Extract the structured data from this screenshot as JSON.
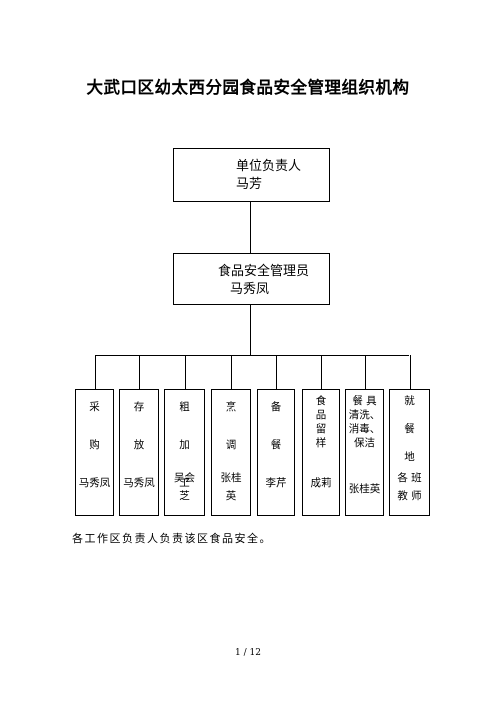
{
  "title": "大武口区幼太西分园食品安全管理组织机构",
  "head": {
    "role": "单位负责人",
    "name": "马芳"
  },
  "manager": {
    "role": "食品安全管理员",
    "name": "马秀凤"
  },
  "departments": [
    {
      "name": "采\n\n购",
      "person": "马秀凤"
    },
    {
      "name": "存\n\n放",
      "person": "马秀凤"
    },
    {
      "name": "粗\n\n加\n\n工",
      "person": "吴会\n\n芝"
    },
    {
      "name": "烹\n\n调",
      "person": "张桂\n\n英"
    },
    {
      "name": "备\n\n餐",
      "person": "李芹"
    },
    {
      "name": "食\n品\n留\n样",
      "person": "成莉"
    },
    {
      "name": "餐 具\n清洗、\n消毒、\n保洁",
      "person": "张桂英"
    },
    {
      "name": "就\n\n餐\n\n地",
      "person": "各 班\n\n教 师"
    }
  ],
  "note": "各工作区负责人负责该区食品安全。",
  "page_number": "1 / 12"
}
